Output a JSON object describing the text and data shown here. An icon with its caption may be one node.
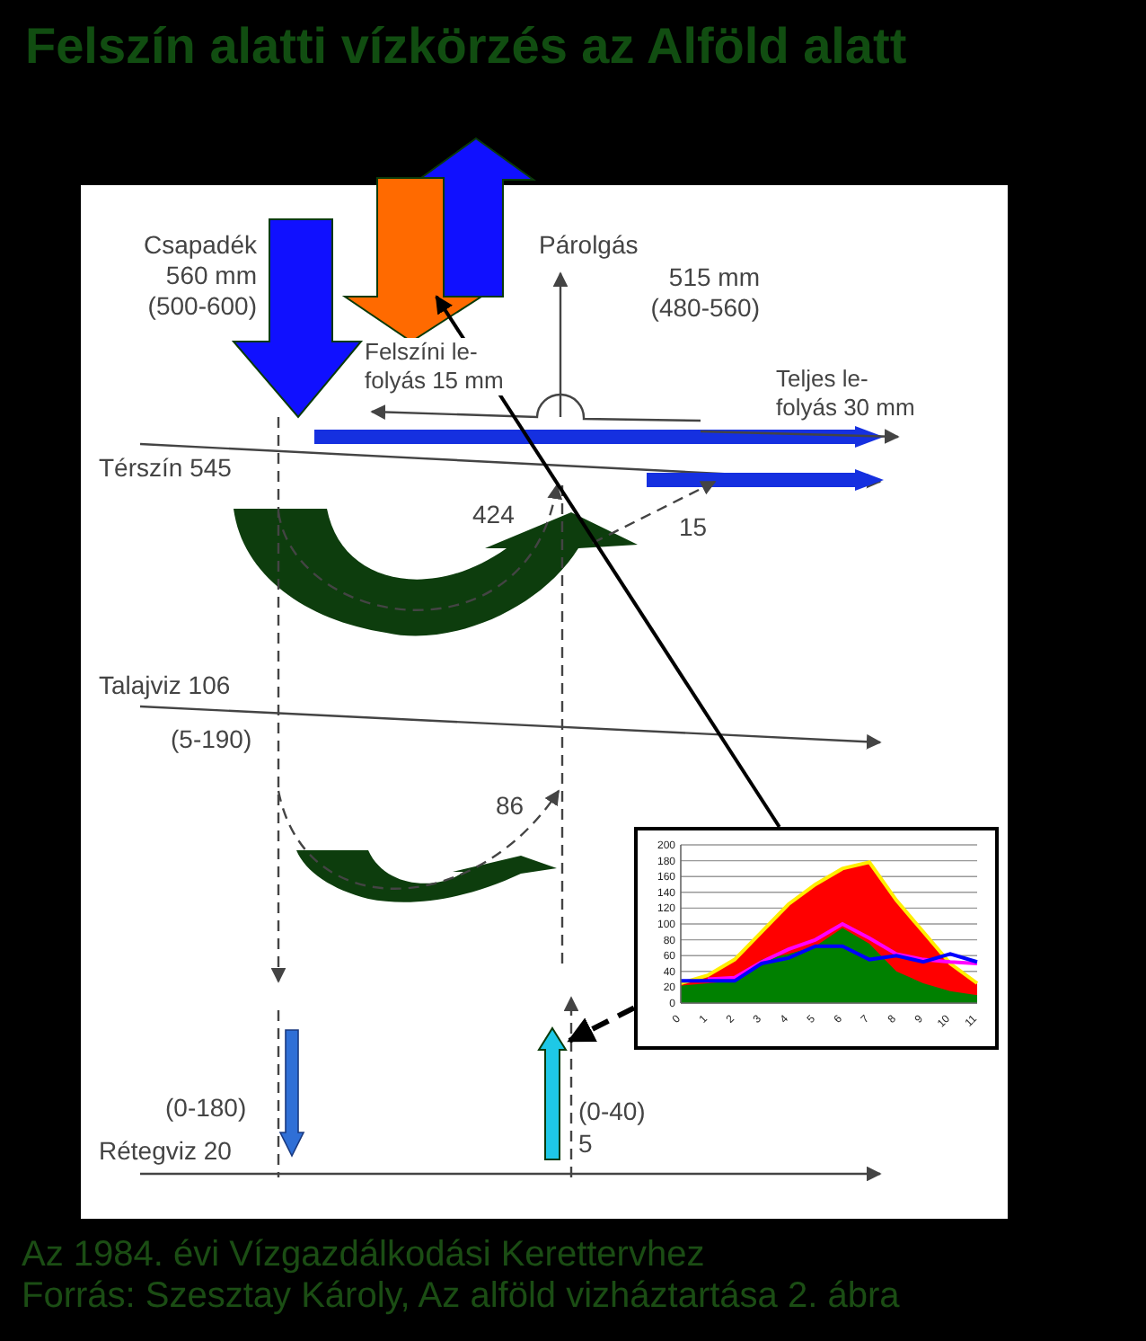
{
  "diagram": {
    "title": "Felszín alatti vízkörzés az Alföld alatt",
    "caption": "Az 1984. évi Vízgazdálkodási Kerettervhez",
    "nodes": [
      {
        "text": [],
        "shape": "arrow"
      },
      {
        "text": [],
        "shape": "arrow",
        "beside": [
          "(0-40)",
          "5"
        ]
      },
      {
        "text": [],
        "shape": "chart"
      }
    ],
    "edges": [
      {
        "from": 2,
        "to": 0,
        "arrow": "to"
      },
      {
        "from": 2,
        "to": 1,
        "arrow": "to",
        "style": "dashed"
      }
    ],
    "labels": [
      "Csapadék 560 mm (500-600)",
      "Párolgás",
      "515 mm (480-560)",
      "Felszíni le- folyás 15 mm",
      "Teljes le- folyás 30 mm",
      "Térszín 545",
      "424",
      "15",
      "Talajviz 106",
      "(5-190)",
      "86",
      "(0-180)",
      "Rétegviz 20",
      "Forrás: Szesztay Károly, Az alföld vizháztartása 2. ábra"
    ],
    "chart_data": {
      "type": "area",
      "categories": [
        "0",
        "1",
        "2",
        "3",
        "4",
        "5",
        "6",
        "7",
        "8",
        "9",
        "10",
        "11"
      ],
      "series": [
        {
          "type": "area",
          "color": "#ff0000",
          "values": [
            25,
            35,
            55,
            90,
            125,
            150,
            170,
            178,
            130,
            90,
            50,
            25
          ]
        },
        {
          "type": "area",
          "color": "#008000",
          "values": [
            22,
            25,
            28,
            55,
            62,
            72,
            95,
            75,
            40,
            25,
            15,
            10
          ]
        },
        {
          "type": "line",
          "color": "#ff00ff",
          "values": [
            null,
            30,
            32,
            52,
            68,
            80,
            100,
            82,
            62,
            55,
            52,
            50
          ]
        },
        {
          "type": "line",
          "color": "#0000ff",
          "values": [
            28,
            28,
            28,
            50,
            57,
            72,
            72,
            55,
            60,
            52,
            62,
            52
          ]
        }
      ],
      "grid": true,
      "ylim": [
        0,
        200
      ],
      "yticks": [
        0,
        20,
        40,
        60,
        80,
        100,
        120,
        140,
        160,
        180,
        200
      ]
    }
  }
}
